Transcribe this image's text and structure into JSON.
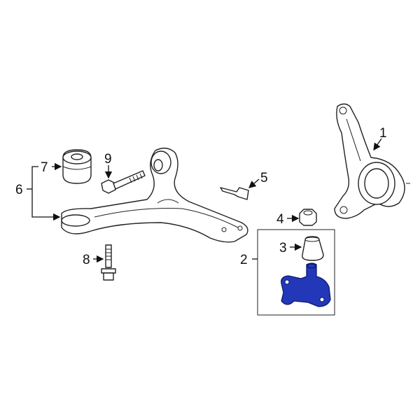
{
  "diagram": {
    "callouts": [
      {
        "number": "1",
        "part": "steering-knuckle"
      },
      {
        "number": "2",
        "part": "ball-joint-assembly"
      },
      {
        "number": "3",
        "part": "boot"
      },
      {
        "number": "4",
        "part": "nut"
      },
      {
        "number": "5",
        "part": "clip"
      },
      {
        "number": "6",
        "part": "lower-control-arm"
      },
      {
        "number": "7",
        "part": "bushing"
      },
      {
        "number": "8",
        "part": "bolt"
      },
      {
        "number": "9",
        "part": "bolt"
      }
    ],
    "highlight_color": "#2338b8",
    "highlighted_part": "ball-joint"
  }
}
